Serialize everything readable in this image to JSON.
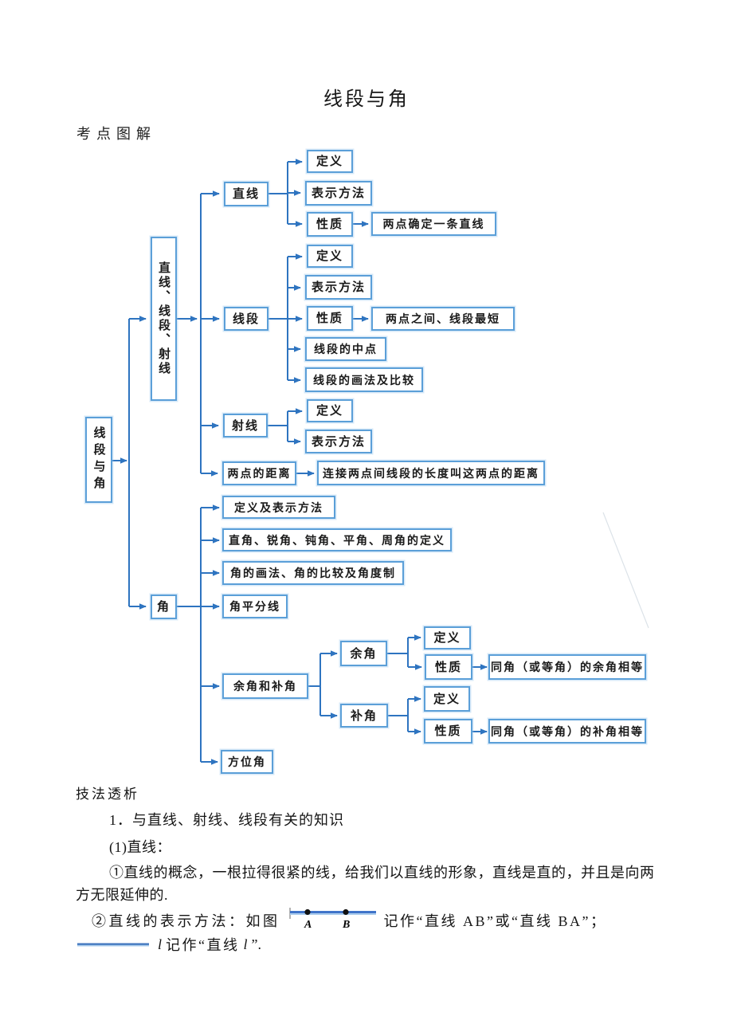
{
  "page": {
    "title": "线段与角",
    "koudian": "考点图解",
    "jifa": "技法透析"
  },
  "colors": {
    "box_border": "#5b9fd8",
    "connector": "#2e74c0",
    "text": "#1a1a1a"
  },
  "diagram": {
    "root": "线段与角",
    "group_lines": "直线、线段、射线",
    "line": "直线",
    "line_def": "定义",
    "line_rep": "表示方法",
    "line_prop": "性质",
    "line_prop_detail": "两点确定一条直线",
    "seg": "线段",
    "seg_def": "定义",
    "seg_rep": "表示方法",
    "seg_prop": "性质",
    "seg_prop_detail": "两点之间、线段最短",
    "seg_mid": "线段的中点",
    "seg_draw": "线段的画法及比较",
    "ray": "射线",
    "ray_def": "定义",
    "ray_rep": "表示方法",
    "dist": "两点的距离",
    "dist_detail": "连接两点间线段的长度叫这两点的距离",
    "angle": "角",
    "angle_defrep": "定义及表示方法",
    "angle_kinds": "直角、锐角、钝角、平角、周角的定义",
    "angle_draw": "角的画法、角的比较及角度制",
    "angle_bisector": "角平分线",
    "comp_supp": "余角和补角",
    "comp": "余角",
    "comp_def": "定义",
    "comp_prop": "性质",
    "comp_prop_detail": "同角（或等角）的余角相等",
    "supp": "补角",
    "supp_def": "定义",
    "supp_prop": "性质",
    "supp_prop_detail": "同角（或等角）的补角相等",
    "bearing": "方位角"
  },
  "notes": {
    "heading": "技法透析",
    "item1": "1．与直线、射线、线段有关的知识",
    "item2": "(1)直线：",
    "para1": "①直线的概念，一根拉得很紧的线，给我们以直线的形象，直线是直的，并且是向两方无限延伸的.",
    "line2_prefix": "②直线的表示方法：如图",
    "line2_suffix": "记作“直线 AB”或“直线 BA”；",
    "pointA": "A",
    "pointB": "B",
    "line3_l": "l",
    "line3_mid": "记作“直线",
    "line3_l2": "l",
    "line3_end": "”."
  }
}
